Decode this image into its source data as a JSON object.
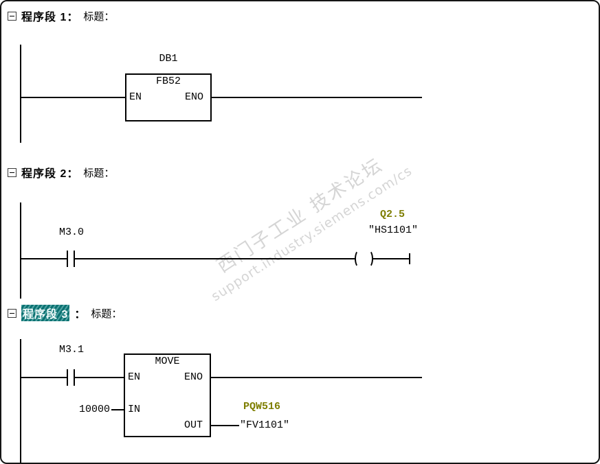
{
  "colors": {
    "wire": "#000000",
    "address_accent": "#7e7e00",
    "selection_background": "#0d8181"
  },
  "watermark": {
    "line1": "西门子工业 技术论坛",
    "line2": "support.industry.siemens.com/cs"
  },
  "network1": {
    "title_bold": "程序段 1：",
    "title_rest": "标题：",
    "db_operand": "DB1",
    "fb_label": "FB52",
    "pin_en": "EN",
    "pin_eno": "ENO"
  },
  "network2": {
    "title_bold": "程序段 2：",
    "title_rest": "标题：",
    "contact_address": "M3.0",
    "coil_address": "Q2.5",
    "coil_symbol_name": "″HS1101″"
  },
  "network3": {
    "title_selected": "程序段 3",
    "title_colon": "：",
    "title_rest": "标题：",
    "contact_address": "M3.1",
    "block_title": "MOVE",
    "pin_en": "EN",
    "pin_eno": "ENO",
    "pin_in": "IN",
    "pin_out": "OUT",
    "in_value": "10000",
    "out_address": "PQW516",
    "out_symbol_name": "″FV1101″"
  }
}
